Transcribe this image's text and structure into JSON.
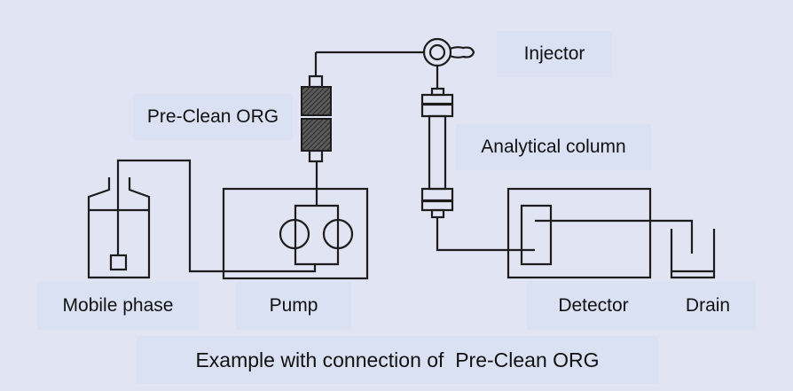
{
  "diagram": {
    "title": "HPLC flow path",
    "components": {
      "injector": "Injector",
      "analytical_column": "Analytical column",
      "pre_clean": "Pre-Clean ORG",
      "mobile_phase": "Mobile phase",
      "pump": "Pump",
      "detector": "Detector",
      "drain": "Drain"
    },
    "caption": "Example with connection of  Pre-Clean ORG",
    "flow_order": [
      "Mobile phase",
      "Pump",
      "Pre-Clean ORG",
      "Injector",
      "Analytical column",
      "Detector",
      "Drain"
    ]
  },
  "colors": {
    "background": "#e1e4f2",
    "label_background": "#d9e1f3",
    "line": "#1c1c1c",
    "cartridge_fill": "#4a4a4a"
  }
}
